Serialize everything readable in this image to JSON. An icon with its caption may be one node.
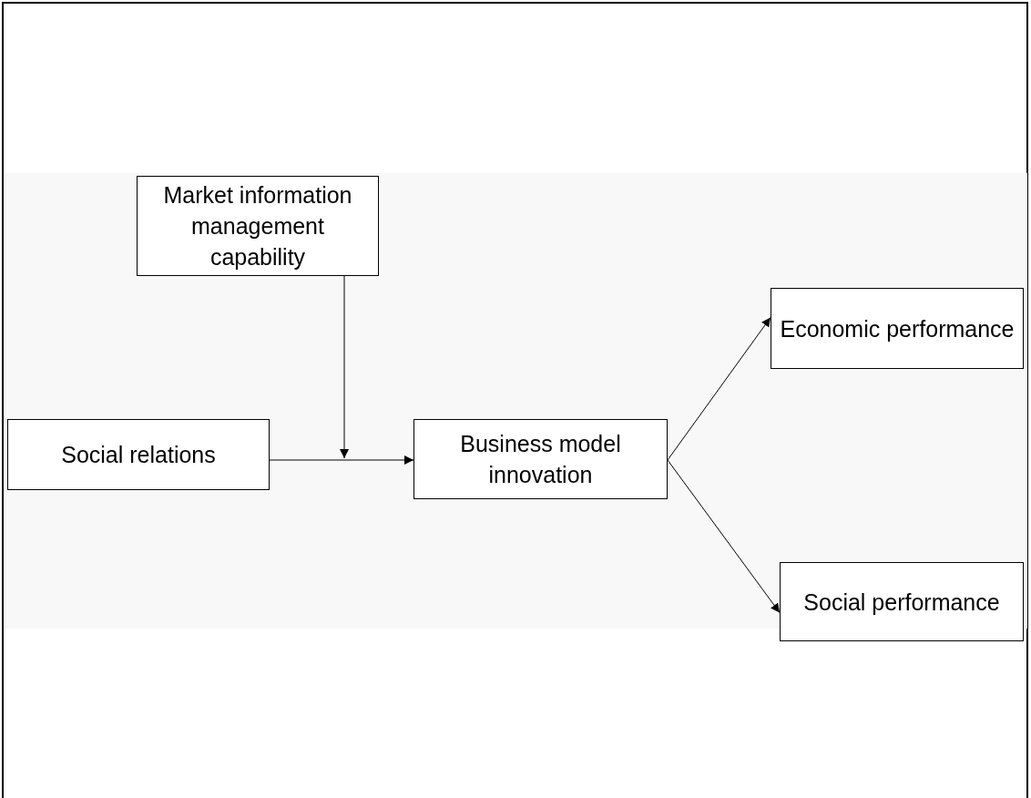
{
  "diagram": {
    "nodes": [
      {
        "text": [
          "Market information management capability"
        ]
      },
      {
        "text": [
          "Social relations"
        ]
      },
      {
        "text": [
          "Business model innovation"
        ]
      },
      {
        "text": [
          "Economic performance"
        ]
      },
      {
        "text": [
          "Social performance"
        ]
      }
    ],
    "edges": [
      {
        "from": 1,
        "to": 2,
        "arrow": "to"
      },
      {
        "from": 0,
        "to": null,
        "arrow": "to"
      },
      {
        "from": 2,
        "to": 3,
        "arrow": "to"
      },
      {
        "from": 2,
        "to": 4,
        "arrow": "to"
      }
    ]
  }
}
